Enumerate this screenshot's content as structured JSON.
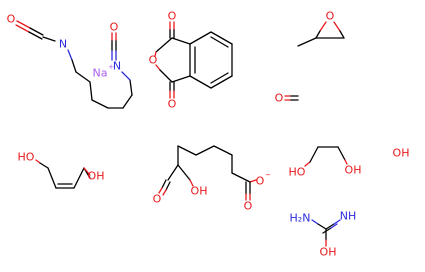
{
  "atoms": {
    "o": "O",
    "n": "N",
    "na": "Na",
    "oh": "OH",
    "ho": "HO",
    "nh2": "NH",
    "nh2_sub": "2",
    "minus": "−"
  }
}
